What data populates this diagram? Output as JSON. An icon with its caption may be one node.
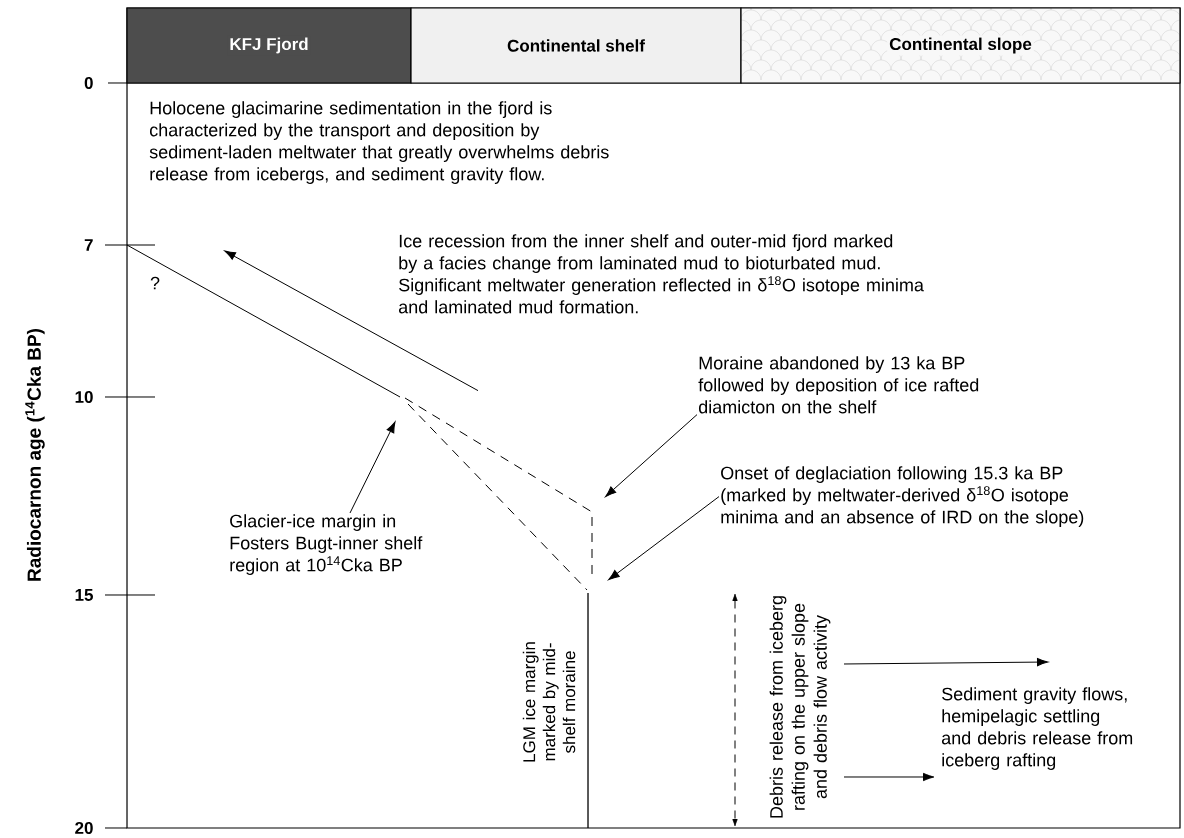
{
  "diagram": {
    "nodes": [
      {
        "text": [
          "KFJ Fjord"
        ]
      },
      {
        "text": [
          "Continental shelf"
        ]
      },
      {
        "text": [
          "Continental slope"
        ]
      },
      {
        "text": [
          "Ice recession from the inner shelf and outer-mid fjord marked by a facies change from laminated mud to bioturbated mud. Significant meltwater generation reflected in δ$^{18}$O isotope minima and laminated mud formation."
        ]
      },
      {
        "text": [
          "Moraine abandoned by 13 ka BP followed by deposition of ice rafted diamicton on the shelf"
        ]
      },
      {
        "text": [
          "Glacier-ice margin in Fosters Bugt-inner shelf region at 10$^{14}$Cka BP"
        ]
      },
      {
        "text": [
          "Onset of deglaciation following 15.3 ka BP (marked by meltwater-derived δ$^{18}$O isotope minima and an absence of IRD on the slope)"
        ]
      },
      {
        "text": [
          "Debris release from iceberg rafting on the upper slope and debris flow activity"
        ]
      },
      {
        "text": [
          "Sediment gravity flows, hemipelagic settling and debris release from iceberg rafting"
        ]
      }
    ],
    "edges": [
      {
        "from": 3,
        "to": null,
        "arrow": "to"
      },
      {
        "from": 4,
        "to": null,
        "arrow": "to"
      },
      {
        "from": 5,
        "to": null,
        "arrow": "to"
      },
      {
        "from": 6,
        "to": null,
        "arrow": "to"
      },
      {
        "from": 7,
        "to": 8,
        "arrow": "to"
      },
      {
        "from": 7,
        "to": 8,
        "arrow": "to"
      }
    ],
    "labels": [
      "0",
      "7",
      "10",
      "15",
      "20",
      "Radiocarnon age ($^{14}$Cka BP)",
      "Holocene glacimarine sedimentation in the fjord is characterized by the transport and deposition by sediment-laden meltwater that greatly overwhelms debris release from icebergs, and sediment gravity flow.",
      "?",
      "LGM ice margin marked by mid-shelf moraine"
    ]
  }
}
